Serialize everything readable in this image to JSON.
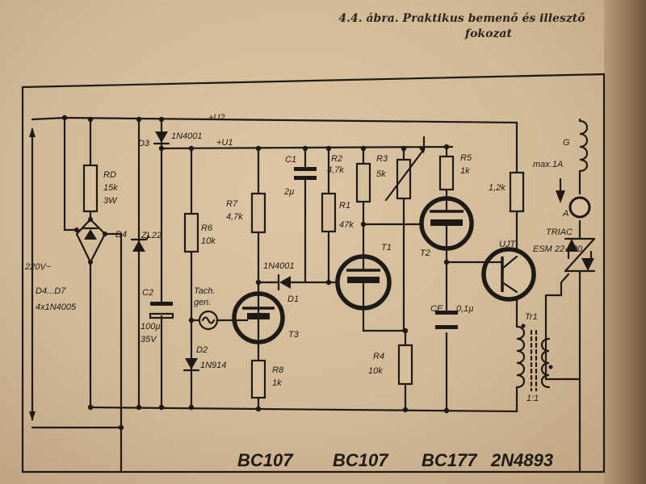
{
  "caption": {
    "line1": "4.4. ábra. Praktikus bemenő és illesztő",
    "line2": "fokozat"
  },
  "rails": {
    "u2": "+U2",
    "u1": "+U1"
  },
  "mains": {
    "voltage": "220V~"
  },
  "bridge": {
    "name": "D4...D7",
    "type": "4x1N4005"
  },
  "rd": {
    "name": "RD",
    "value1": "15k",
    "value2": "3W"
  },
  "zener": {
    "name": "D4",
    "value": "ZL22"
  },
  "d3": {
    "name": "D3",
    "type": "1N4001"
  },
  "c2": {
    "name": "C2",
    "value1": "100µ",
    "value2": "35V"
  },
  "r6": {
    "name": "R6",
    "value": "10k"
  },
  "tacho": {
    "line1": "Tach.",
    "line2": "gen."
  },
  "d2": {
    "name": "D2",
    "type": "1N914"
  },
  "r7": {
    "name": "R7",
    "value": "4,7k"
  },
  "c1": {
    "name": "C1",
    "value": "2µ"
  },
  "d1": {
    "name": "D1",
    "type": "1N4001"
  },
  "r8": {
    "name": "R8",
    "value": "1k"
  },
  "t3": {
    "name": "T3"
  },
  "r2": {
    "name": "R2",
    "value": "4,7k"
  },
  "r1": {
    "name": "R1",
    "value": "47k"
  },
  "r3": {
    "name": "R3",
    "value": "5k"
  },
  "t1": {
    "name": "T1"
  },
  "r4": {
    "name": "R4",
    "value": "10k"
  },
  "r5": {
    "name": "R5",
    "value": "1k"
  },
  "t2": {
    "name": "T2"
  },
  "ce": {
    "name": "CE",
    "value": "0,1µ"
  },
  "r12": {
    "value": "1,2k"
  },
  "ujt": {
    "name": "UJT"
  },
  "tr1": {
    "name": "Tr1",
    "ratio": "1:1"
  },
  "load": {
    "g": "G",
    "maxcurrent": "max.1A",
    "a": "A"
  },
  "triac": {
    "line1": "TRIAC",
    "line2": "ESM 22-500"
  },
  "parts": {
    "p1": "BC107",
    "p2": "BC107",
    "p3": "BC177",
    "p4": "2N4893"
  }
}
